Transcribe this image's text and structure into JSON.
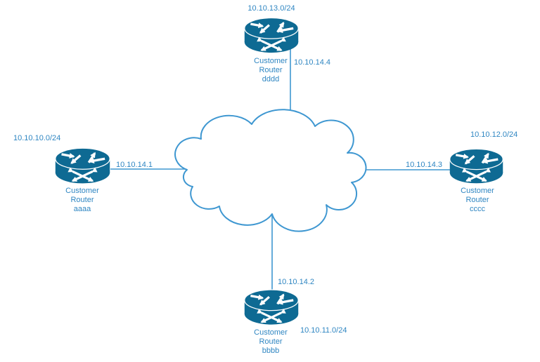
{
  "colors": {
    "background": "#ffffff",
    "router_fill": "#0e6a93",
    "router_arrows": "#ffffff",
    "connector": "#3e97d1",
    "cloud_outline": "#3e97d1",
    "label_text": "#2f86c2"
  },
  "nodes": {
    "top": {
      "network": "10.10.13.0/24",
      "name": [
        "Customer",
        "Router",
        "dddd"
      ],
      "ip": "10.10.14.4"
    },
    "left": {
      "network": "10.10.10.0/24",
      "name": [
        "Customer",
        "Router",
        "aaaa"
      ],
      "ip": "10.10.14.1"
    },
    "right": {
      "network": "10.10.12.0/24",
      "name": [
        "Customer",
        "Router",
        "cccc"
      ],
      "ip": "10.10.14.3"
    },
    "bottom": {
      "network": "10.10.11.0/24",
      "name": [
        "Customer",
        "Router",
        "bbbb"
      ],
      "ip": "10.10.14.2"
    }
  }
}
